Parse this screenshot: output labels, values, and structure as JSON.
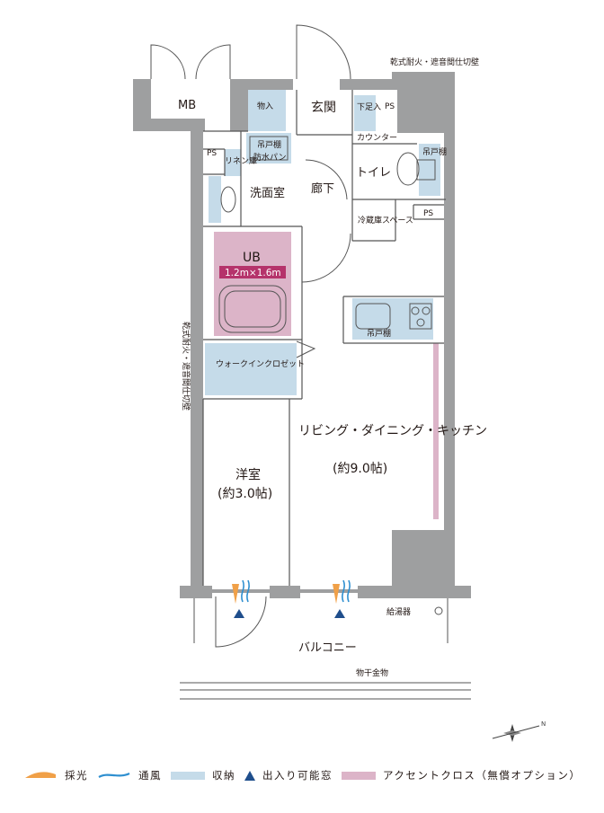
{
  "rooms": {
    "mb": "MB",
    "storage": "物入",
    "entrance": "玄関",
    "shoe_storage": "下足入",
    "ps_top": "PS",
    "partition_wall_top": "乾式耐火・遮音間仕切壁",
    "counter": "カウンター",
    "cabinet_toilet": "吊戸棚",
    "toilet": "トイレ",
    "ps_right": "PS",
    "ps_left": "PS",
    "linen": "リネン庫",
    "cabinet_washroom": "吊戸棚",
    "waterproof_pan": "防水パン",
    "washroom": "洗面室",
    "hallway": "廊下",
    "fridge_space": "冷蔵庫スペース",
    "ub": "UB",
    "ub_size": "1.2m×1.6m",
    "cabinet_kitchen": "吊戸棚",
    "walk_in_closet": "ウォークインクロゼット",
    "partition_wall_side": "乾式耐火・遮音間仕切壁",
    "ldk": "リビング・ダイニング・キッチン",
    "ldk_area": "(約9.0帖)",
    "western_room": "洋室",
    "western_area": "(約3.0帖)",
    "water_heater": "給湯器",
    "balcony": "バルコニー",
    "laundry_rack": "物干金物"
  },
  "legend": {
    "lighting": "採光",
    "ventilation": "通風",
    "storage": "収納",
    "access": "出入り可能窓",
    "accent": "アクセントクロス（無償オプション）"
  },
  "colors": {
    "wall": "#9e9fa0",
    "storage_fill": "#c5dbe9",
    "accent_pink": "#dcb4c8",
    "ub_label_bg": "#b5336b",
    "lighting_orange": "#f0a048",
    "ventilation_blue": "#2e8fd0",
    "access_navy": "#1f4e8c"
  }
}
